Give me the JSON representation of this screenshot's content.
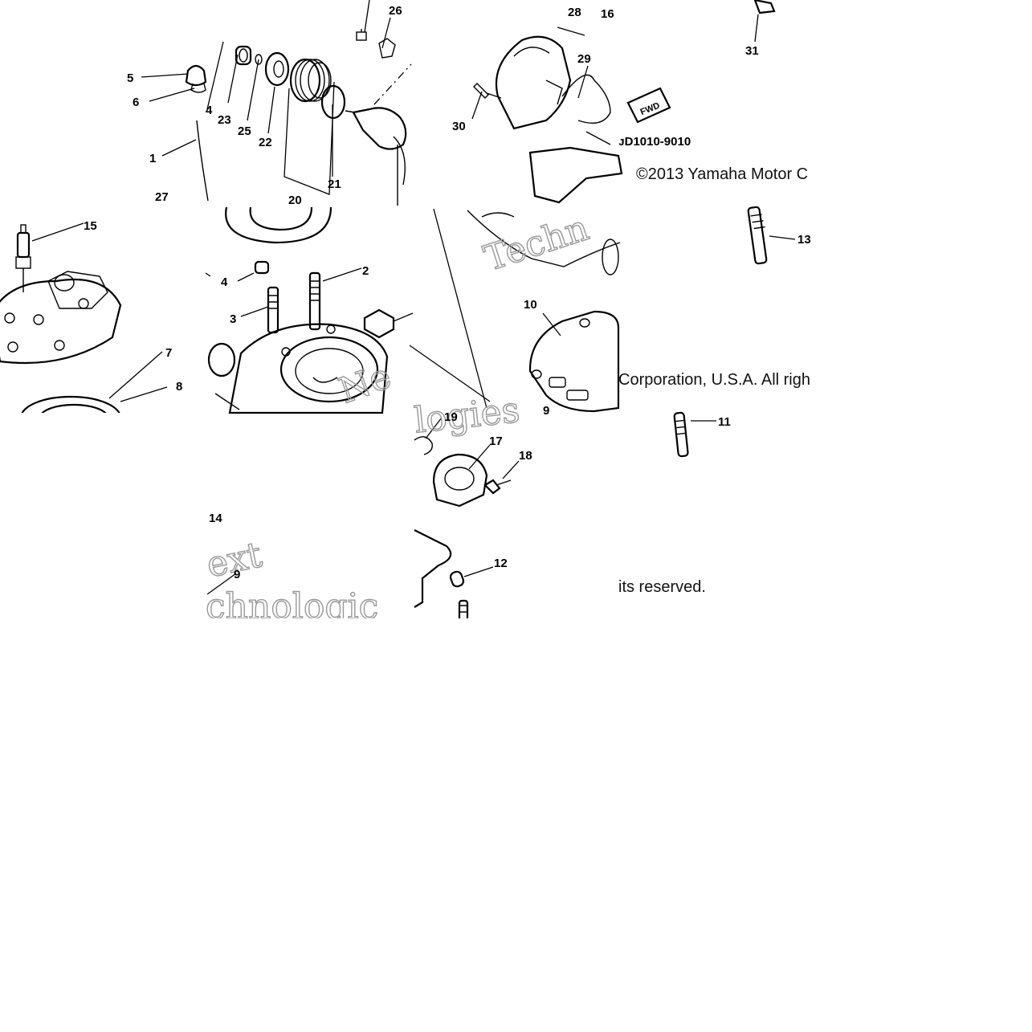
{
  "diagram": {
    "code": "ᴊD1010-9010",
    "fwd_tag": "FWD",
    "copyright_line1": "©2013 Yamaha Motor C",
    "copyright_line2": "Corporation, U.S.A. All righ",
    "copyright_line3": "its reserved.",
    "watermark_fragments": [
      "ext",
      "chnologic",
      "logies",
      "Techn",
      "Ne"
    ],
    "callouts": [
      "26",
      "28",
      "16",
      "31",
      "5",
      "6",
      "4",
      "23",
      "25",
      "22",
      "29",
      "30",
      "1",
      "21",
      "20",
      "27",
      "15",
      "13",
      "4",
      "2",
      "3",
      "7",
      "8",
      "10",
      "11",
      "19",
      "17",
      "18",
      "14",
      "9",
      "12",
      "9"
    ]
  }
}
